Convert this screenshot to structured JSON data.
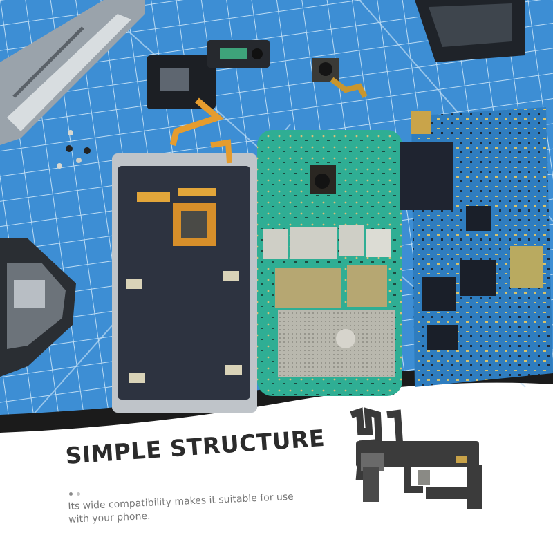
{
  "banner": {
    "headline": "SIMPLE STRUCTURE",
    "description": "Its wide compatibility makes it suitable for use with your phone.",
    "pagination_dots": 2
  },
  "colors": {
    "cutting_mat": "#3d8ed4",
    "grid_line": "#bcdcf4",
    "pcb_green": "#2fae94",
    "pcb_blue": "#2f7dbf",
    "shield_plate": "#2d3340",
    "heading_text": "#2b2b2b",
    "body_text": "#777777"
  },
  "illustrations": [
    "phone-frame",
    "camera-module",
    "lcd-shield-plate",
    "green-logic-board",
    "blue-logic-board",
    "charging-port-flex-cable",
    "screws"
  ]
}
